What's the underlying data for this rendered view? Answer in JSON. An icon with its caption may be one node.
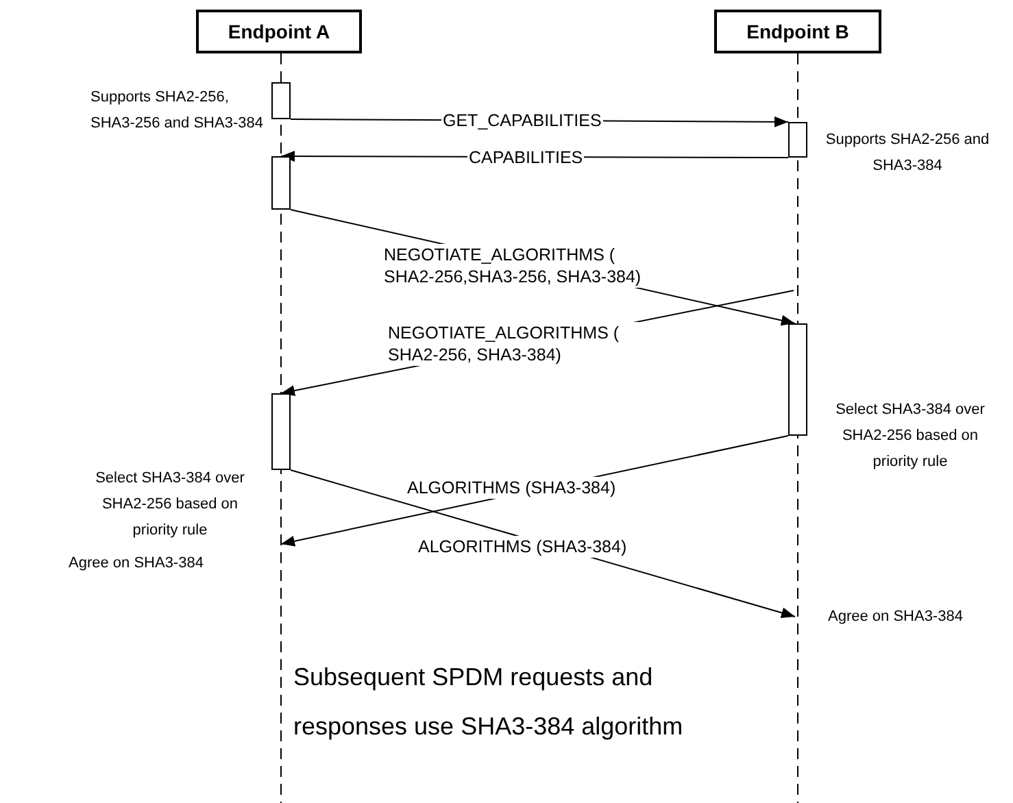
{
  "diagram": {
    "nodes": [
      {
        "text": [
          "Endpoint A"
        ]
      },
      {
        "text": [
          "Endpoint B"
        ]
      },
      {
        "text": [],
        "shape": "bar",
        "beside": [
          "Supports SHA2-256, SHA3-256 and SHA3-384"
        ]
      },
      {
        "text": [],
        "shape": "bar",
        "beside": [
          "Supports SHA2-256 and SHA3-384"
        ]
      },
      {
        "text": [],
        "shape": "bar"
      },
      {
        "text": [],
        "shape": "bar",
        "beside": [
          "Select SHA3-384 over SHA2-256 based on priority rule"
        ]
      },
      {
        "text": [],
        "shape": "bar",
        "beside": [
          "Select SHA3-384 over SHA2-256 based on priority rule"
        ]
      }
    ],
    "edges": [
      {
        "from": 2,
        "to": 3,
        "arrow": "to",
        "label": "GET_CAPABILITIES"
      },
      {
        "from": 3,
        "to": 4,
        "arrow": "to",
        "label": "CAPABILITIES"
      },
      {
        "from": 4,
        "to": 5,
        "arrow": "to",
        "label": "NEGOTIATE_ALGORITHMS ( SHA2-256,SHA3-256, SHA3-384)"
      },
      {
        "from": null,
        "to": 6,
        "arrow": "to",
        "label": "NEGOTIATE_ALGORITHMS ( SHA2-256, SHA3-384)"
      },
      {
        "from": 5,
        "to": null,
        "arrow": "to",
        "label": "ALGORITHMS (SHA3-384)"
      },
      {
        "from": 6,
        "to": null,
        "arrow": "to",
        "label": "ALGORITHMS (SHA3-384)"
      }
    ],
    "labels": [
      "Agree on SHA3-384",
      "Agree on SHA3-384",
      "Subsequent SPDM requests and responses use SHA3-384 algorithm"
    ]
  }
}
